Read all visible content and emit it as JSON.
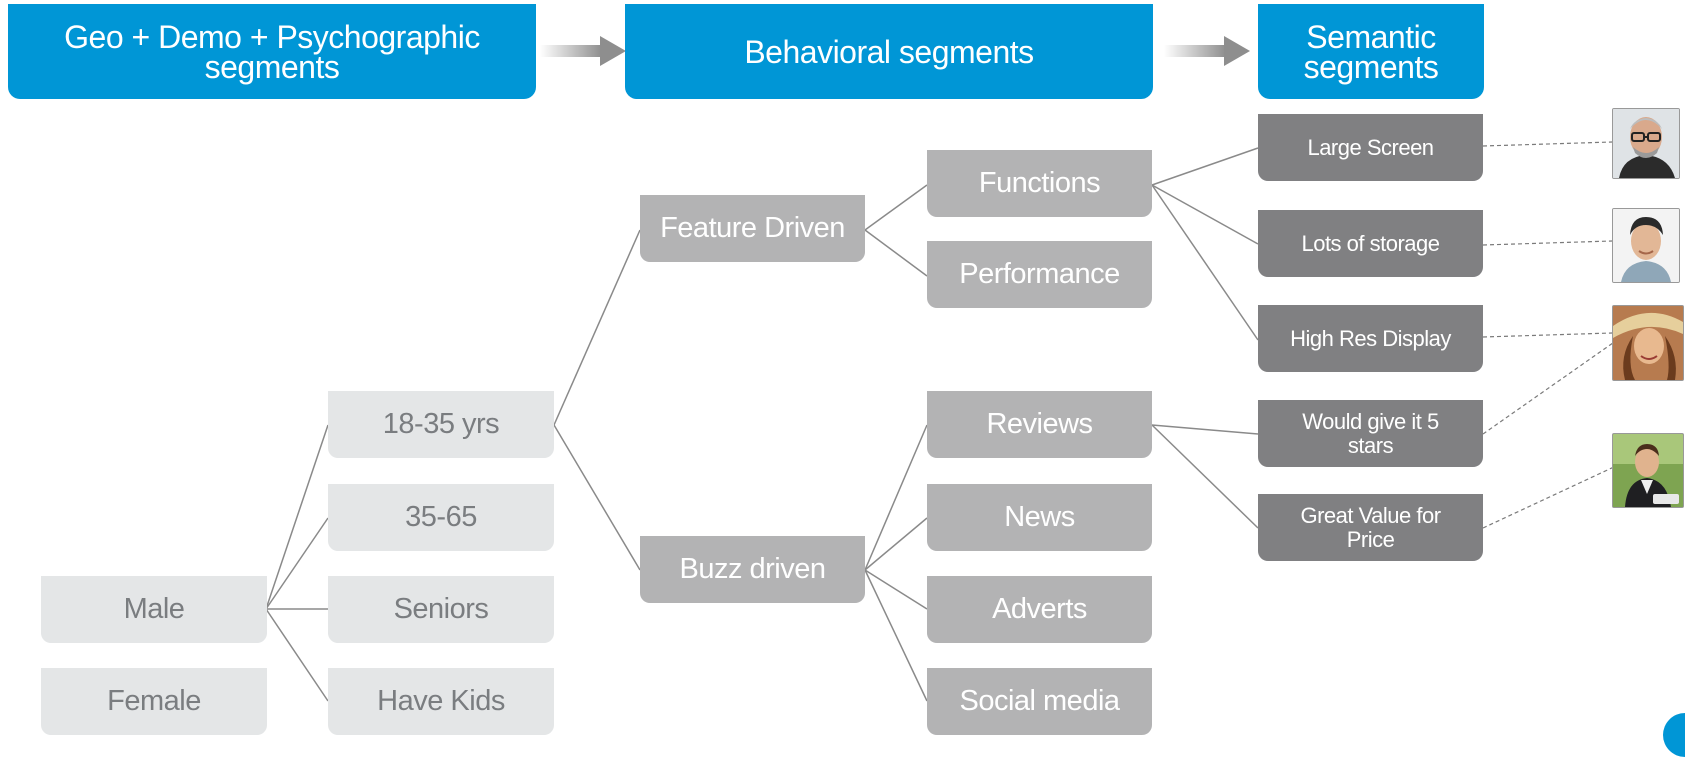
{
  "headers": {
    "geo": "Geo + Demo + Psychographic segments",
    "behavioral": "Behavioral segments",
    "semantic": "Semantic segments"
  },
  "gender": {
    "male": "Male",
    "female": "Female"
  },
  "demographics": {
    "age_18_35": "18-35 yrs",
    "age_35_65": "35-65",
    "seniors": "Seniors",
    "have_kids": "Have Kids"
  },
  "behavioral": {
    "feature_driven": "Feature Driven",
    "buzz_driven": "Buzz driven",
    "functions": "Functions",
    "performance": "Performance",
    "reviews": "Reviews",
    "news": "News",
    "adverts": "Adverts",
    "social_media": "Social media"
  },
  "semantic": {
    "large_screen": "Large Screen",
    "lots_of_storage": "Lots of storage",
    "high_res_display": "High Res Display",
    "five_stars": "Would give it 5 stars",
    "great_value": "Great Value for Price"
  },
  "colors": {
    "header_blue": "#0096d6",
    "light_box": "#e4e6e7",
    "mid_box": "#b3b3b4",
    "dark_box": "#808082",
    "connector": "#8a8a8a"
  },
  "icons": {
    "person_1": "portrait-man-glasses",
    "person_2": "portrait-young-man",
    "person_3": "portrait-woman-hat",
    "person_4": "portrait-man-outdoors"
  }
}
